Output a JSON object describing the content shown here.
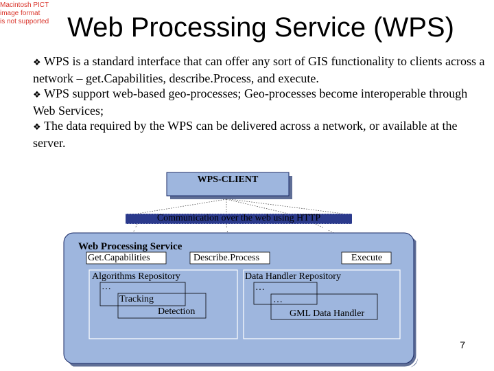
{
  "pict_placeholder": [
    "Macintosh PICT",
    "image format",
    "is not supported"
  ],
  "title": "Web Processing Service (WPS)",
  "bullet_glyph": "❖",
  "bullets": [
    "WPS is a standard interface that can offer any sort of GIS functionality to clients across a network – get.Capabilities, describe.Process, and execute.",
    "WPS support web-based geo-processes; Geo-processes become interoperable through Web Services;",
    "The data required by the WPS can be delivered across a network, or available at the server."
  ],
  "diagram": {
    "client": "WPS-CLIENT",
    "communication": "Communication over the web using HTTP",
    "service": "Web Processing Service",
    "operations": [
      "Get.Capabilities",
      "Describe.Process",
      "Execute"
    ],
    "algorithms": {
      "label": "Algorithms Repository",
      "ellipsis": "…",
      "tracking": "Tracking",
      "detection": "Detection"
    },
    "data_handler": {
      "label": "Data Handler Repository",
      "ellipsis1": "…",
      "ellipsis2": "…",
      "gml": "GML Data Handler"
    }
  },
  "slide_number": "7",
  "colors": {
    "pict_text": "#d9342b",
    "client_fill": "#9eb6de",
    "comm_band": "#2b3a8c",
    "service_fill": "#9eb6de",
    "border": "#1a2a66"
  }
}
